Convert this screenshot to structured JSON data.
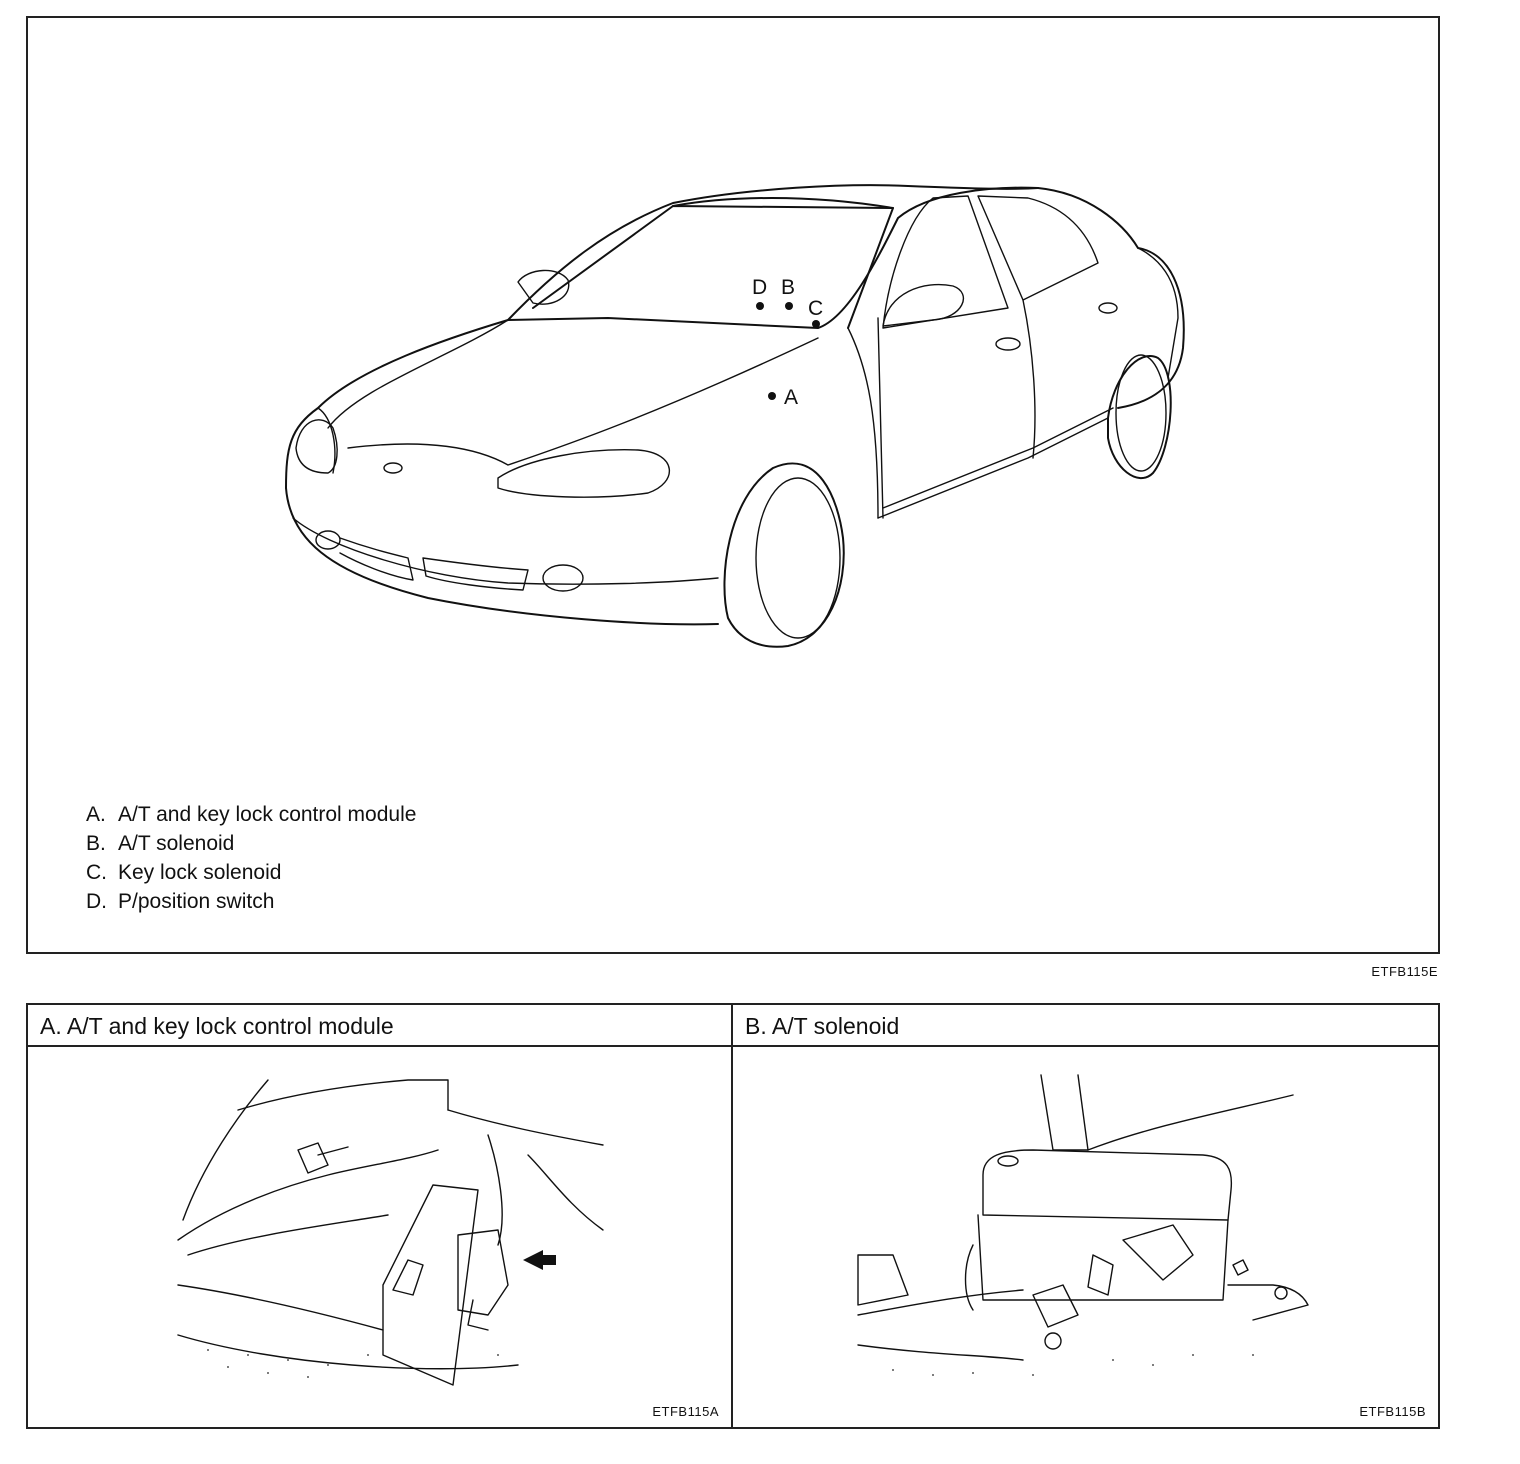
{
  "top_panel": {
    "callouts": [
      {
        "letter": "D"
      },
      {
        "letter": "B"
      },
      {
        "letter": "C"
      },
      {
        "letter": "A"
      }
    ],
    "legend": [
      {
        "key": "A.",
        "text": "A/T and key lock control module"
      },
      {
        "key": "B.",
        "text": "A/T solenoid"
      },
      {
        "key": "C.",
        "text": "Key lock solenoid"
      },
      {
        "key": "D.",
        "text": "P/position switch"
      }
    ],
    "figure_code": "ETFB115E"
  },
  "bottom_panel": {
    "left": {
      "title": "A. A/T and key lock control module",
      "figure_code": "ETFB115A"
    },
    "right": {
      "title": "B. A/T solenoid",
      "figure_code": "ETFB115B"
    }
  }
}
